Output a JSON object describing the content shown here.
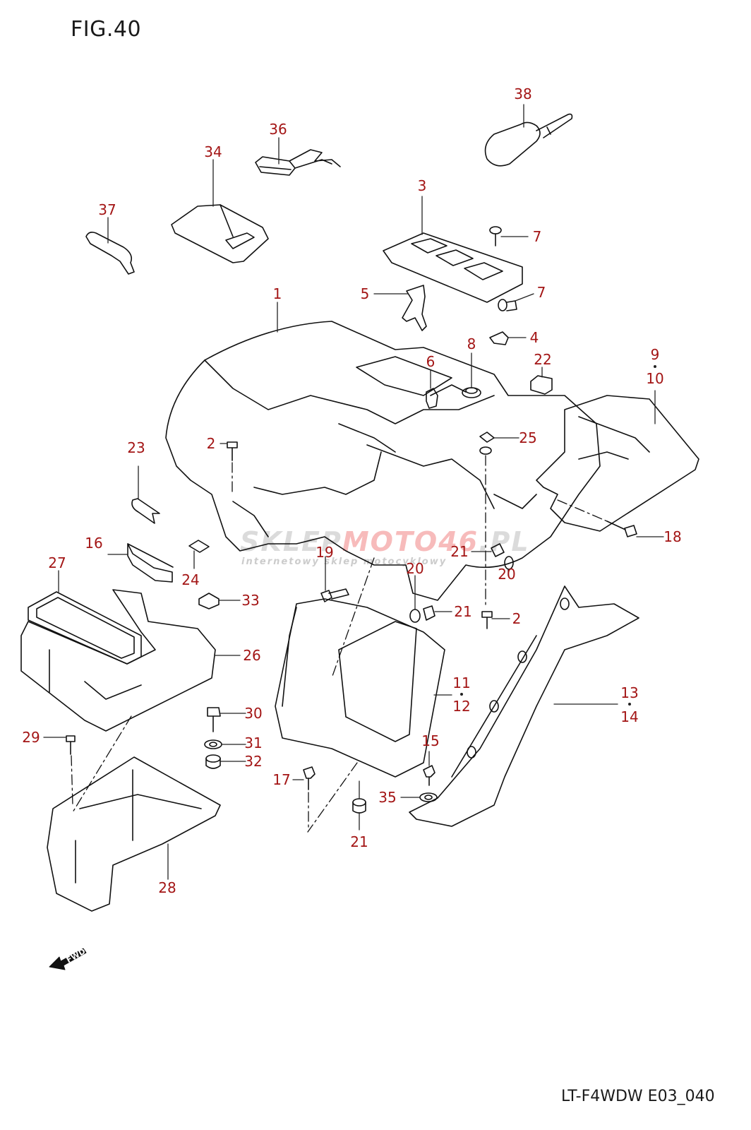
{
  "figure": {
    "title": "FIG.40",
    "model_code": "LT-F4WDW E03_040",
    "direction_marker": {
      "icon": "fwd-arrow-icon",
      "label": "FWD"
    },
    "watermark": {
      "main_prefix": "SKLEP",
      "main_mid": "MOTO",
      "main_accent": "46",
      "main_suffix": ".PL",
      "sub": "internetowy sklep motocyklowy"
    },
    "colors": {
      "label": "#a31515",
      "line": "#111111"
    }
  },
  "callouts": [
    {
      "id": "c1",
      "text": "1"
    },
    {
      "id": "c2a",
      "text": "2"
    },
    {
      "id": "c2b",
      "text": "2"
    },
    {
      "id": "c3",
      "text": "3"
    },
    {
      "id": "c4",
      "text": "4"
    },
    {
      "id": "c5",
      "text": "5"
    },
    {
      "id": "c6",
      "text": "6"
    },
    {
      "id": "c7a",
      "text": "7"
    },
    {
      "id": "c7b",
      "text": "7"
    },
    {
      "id": "c8",
      "text": "8"
    },
    {
      "id": "c9",
      "text": "9"
    },
    {
      "id": "c10",
      "text": "10"
    },
    {
      "id": "c11",
      "text": "11"
    },
    {
      "id": "c12",
      "text": "12"
    },
    {
      "id": "c13",
      "text": "13"
    },
    {
      "id": "c14",
      "text": "14"
    },
    {
      "id": "c15",
      "text": "15"
    },
    {
      "id": "c16",
      "text": "16"
    },
    {
      "id": "c17",
      "text": "17"
    },
    {
      "id": "c18",
      "text": "18"
    },
    {
      "id": "c19",
      "text": "19"
    },
    {
      "id": "c20a",
      "text": "20"
    },
    {
      "id": "c20b",
      "text": "20"
    },
    {
      "id": "c21a",
      "text": "21"
    },
    {
      "id": "c21b",
      "text": "21"
    },
    {
      "id": "c21c",
      "text": "21"
    },
    {
      "id": "c22",
      "text": "22"
    },
    {
      "id": "c23",
      "text": "23"
    },
    {
      "id": "c24",
      "text": "24"
    },
    {
      "id": "c25",
      "text": "25"
    },
    {
      "id": "c26",
      "text": "26"
    },
    {
      "id": "c27",
      "text": "27"
    },
    {
      "id": "c28",
      "text": "28"
    },
    {
      "id": "c29",
      "text": "29"
    },
    {
      "id": "c30",
      "text": "30"
    },
    {
      "id": "c31",
      "text": "31"
    },
    {
      "id": "c32",
      "text": "32"
    },
    {
      "id": "c33",
      "text": "33"
    },
    {
      "id": "c34",
      "text": "34"
    },
    {
      "id": "c35",
      "text": "35"
    },
    {
      "id": "c36",
      "text": "36"
    },
    {
      "id": "c37",
      "text": "37"
    },
    {
      "id": "c38",
      "text": "38"
    }
  ]
}
